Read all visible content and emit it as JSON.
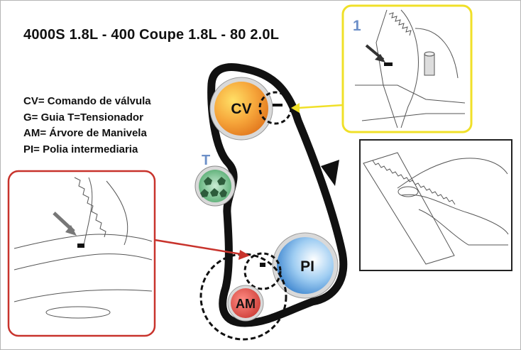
{
  "title": "4000S 1.8L - 400 Coupe 1.8L - 80 2.0L",
  "legend": [
    "CV= Comando de válvula",
    "G= Guia T=Tensionador",
    "AM= Árvore de Manivela",
    "PI= Polia intermediaria"
  ],
  "pulleys": {
    "cv": "CV",
    "pi": "PI",
    "am": "AM",
    "t": "T"
  },
  "detail_number": "1",
  "colors": {
    "belt": "#111111",
    "cv_fill": "#f39a2a",
    "pi_fill": "#2f86d8",
    "am_fill": "#d83a34",
    "t_fill": "#3d9d5c",
    "yellow_box": "#f0e028",
    "red_box": "#c8332c",
    "label_blue": "#6c8fc8"
  }
}
